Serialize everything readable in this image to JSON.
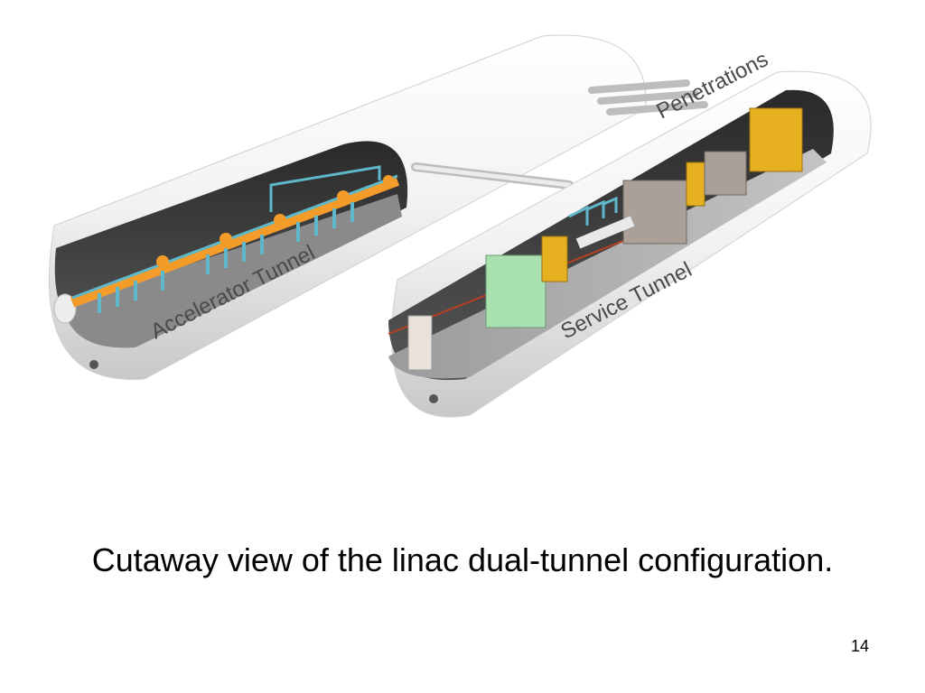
{
  "figure": {
    "labels": {
      "accelerator_tunnel": "Accelerator Tunnel",
      "service_tunnel": "Service Tunnel",
      "penetrations": "Penetrations"
    },
    "colors": {
      "tunnel_shell": "#f4f4f4",
      "tunnel_interior": "#3a3a3a",
      "cryomodule": "#f39c2a",
      "rf_waveguide": "#5fb8c9",
      "klystron_yellow": "#e6b020",
      "modulator_green": "#a8e0b0",
      "cabinet_grey": "#a9a09a"
    }
  },
  "caption": "Cutaway view of the linac dual-tunnel configuration.",
  "page_number": "14"
}
